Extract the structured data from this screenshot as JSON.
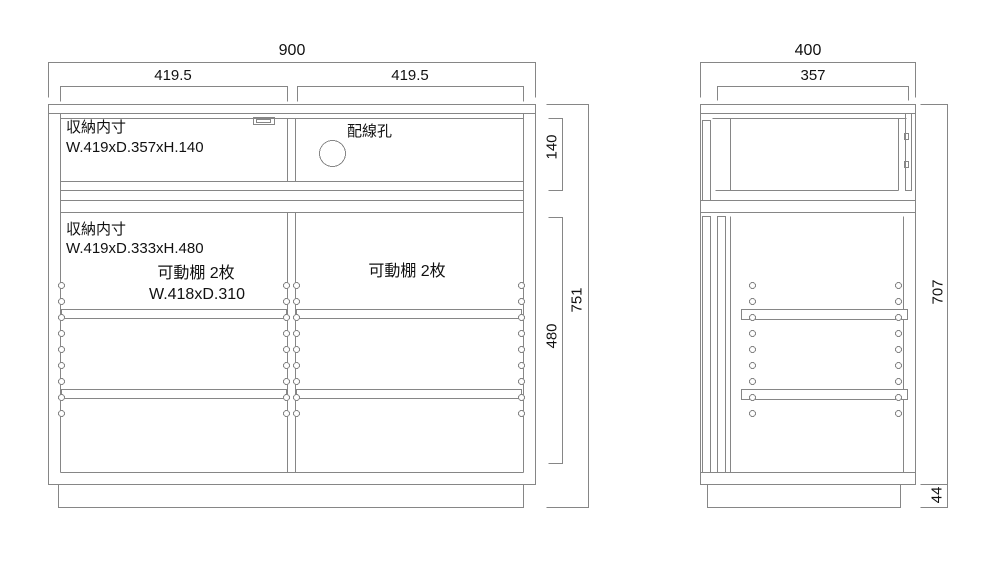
{
  "front_view": {
    "dims": {
      "total_width": "900",
      "left_width": "419.5",
      "right_width": "419.5",
      "upper_height": "140",
      "lower_height": "480",
      "total_height": "751"
    },
    "upper_storage": {
      "title": "収納内寸",
      "size": "W.419xD.357xH.140"
    },
    "wiring_hole_label": "配線孔",
    "lower_storage": {
      "title": "収納内寸",
      "size": "W.419xD.333xH.480"
    },
    "left_shelf": {
      "label": "可動棚 2枚",
      "size": "W.418xD.310"
    },
    "right_shelf": {
      "label": "可動棚 2枚"
    }
  },
  "side_view": {
    "dims": {
      "total_width": "400",
      "inner_width": "357",
      "body_height": "707",
      "base_height": "44"
    }
  },
  "colors": {
    "line": "#868686",
    "text": "#111111",
    "background": "#ffffff"
  }
}
